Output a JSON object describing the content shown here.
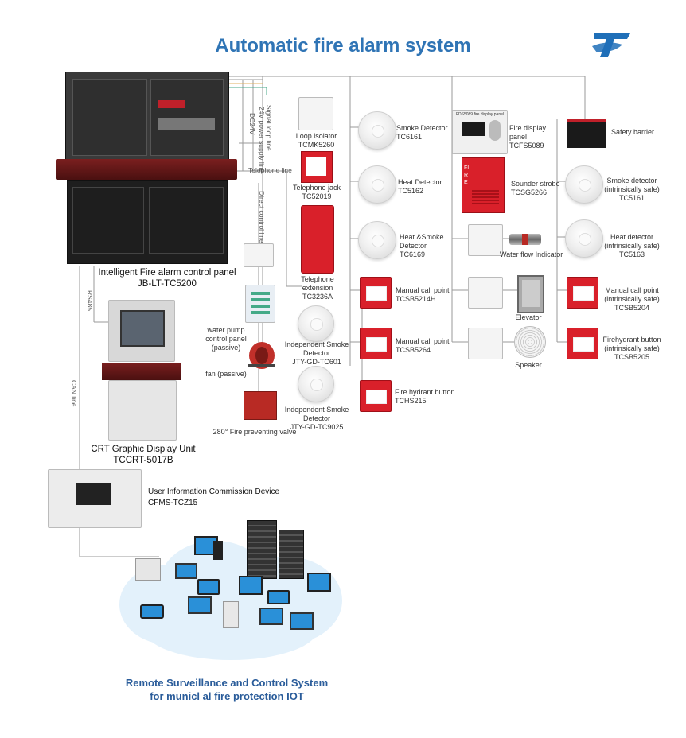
{
  "title": "Automatic fire alarm system",
  "colors": {
    "title": "#2f74b5",
    "wire": "#9a9a9a",
    "logo": "#1f6fb8",
    "red": "#d9202a"
  },
  "logo": {
    "icon": "company-logo-icon"
  },
  "main_panel": {
    "label_line1": "Intelligent Fire alarm control panel",
    "label_line2": "JB-LT-TC5200"
  },
  "crt": {
    "label_line1": "CRT Graphic Display Unit",
    "label_line2": "TCCRT-5017B"
  },
  "user_info": {
    "label_line1": "User Information Commission Device",
    "label_line2": "CFMS-TCZ15"
  },
  "cloud_caption": {
    "line1": "Remote Surveillance and Control System",
    "line2": "for municl al fire protection IOT"
  },
  "wire_labels": {
    "rs485": "RS485",
    "can": "CAN line",
    "signal": "Signal loop line",
    "power": "24V power supply line",
    "dc24v": "DC24V",
    "telephone": "Telephone line",
    "direct": "Direct control line"
  },
  "col2": [
    {
      "name": "Loop isolator",
      "code": "TCMK5260"
    },
    {
      "name": "Telephone jack",
      "code": "TC52019"
    },
    {
      "name": "Telephone extension",
      "code": "TC3236A"
    }
  ],
  "col2b": [
    {
      "name": "water pump control panel (passive)"
    },
    {
      "name": "fan (passive)"
    },
    {
      "name": "280° Fire preventing valve"
    }
  ],
  "independent": [
    {
      "name": "Independent Smoke Detector",
      "code": "JTY-GD-TC601"
    },
    {
      "name": "Independent Smoke Detector",
      "code": "JTY-GD-TC9025"
    }
  ],
  "col3": [
    {
      "name": "Smoke Detector",
      "code": "TC6161"
    },
    {
      "name": "Heat Detector",
      "code": "TC5162"
    },
    {
      "name": "Heat &Smoke Detector",
      "code": "TC6169"
    },
    {
      "name": "Manual call point",
      "code": "TCSB5214H"
    },
    {
      "name": "Manual call point",
      "code": "TCSB5264"
    },
    {
      "name": "Fire hydrant button",
      "code": "TCHS215"
    }
  ],
  "col4": [
    {
      "name": "Fire display panel",
      "code": "TCFS5089"
    },
    {
      "name": "Sounder strobe",
      "code": "TCSG5266"
    },
    {
      "name": "Water flow Indicator",
      "code": ""
    },
    {
      "name": "Elevator",
      "code": ""
    },
    {
      "name": "Speaker",
      "code": ""
    }
  ],
  "col5": [
    {
      "name": "Safety barrier",
      "code": ""
    },
    {
      "name": "Smoke detector (intrinsically safe)",
      "code": "TC5161"
    },
    {
      "name": "Heat detector (intrinsically safe)",
      "code": "TC5163"
    },
    {
      "name": "Manual call point (intrinsically safe)",
      "code": "TCSB5204"
    },
    {
      "name": "Firehydrant button (intrinsically safe)",
      "code": "TCSB5205"
    }
  ],
  "fire_display_text": "FDS5089 fire display panel",
  "sounder_text": "FIRE"
}
